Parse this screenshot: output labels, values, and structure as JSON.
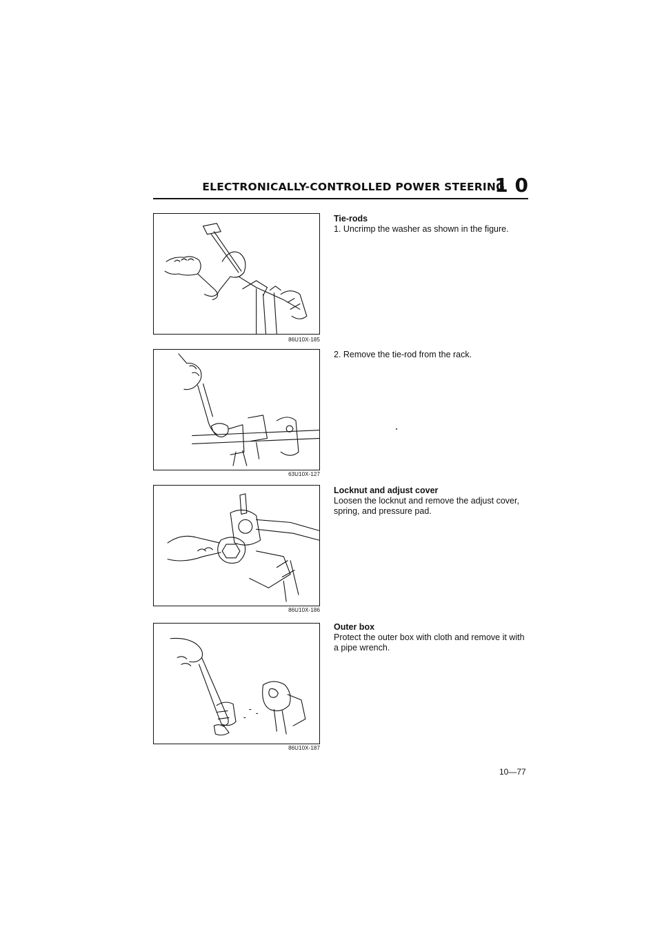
{
  "header": {
    "title": "ELECTRONICALLY-CONTROLLED POWER STEERING",
    "chapter_number": "1 0"
  },
  "figures": [
    {
      "code": "86U10X-185",
      "subject": "hammer-tapping-washer-illustration"
    },
    {
      "code": "63U10X-127",
      "subject": "wrench-removing-tie-rod-illustration"
    },
    {
      "code": "86U10X-186",
      "subject": "wrench-loosening-locknut-illustration"
    },
    {
      "code": "86U10X-187",
      "subject": "pipe-wrench-outer-box-illustration"
    }
  ],
  "sections": [
    {
      "title": "Tie-rods",
      "body": "1. Uncrimp the washer as shown in the figure."
    },
    {
      "title": "",
      "body": "2. Remove the tie-rod from the rack."
    },
    {
      "title": "Locknut and adjust cover",
      "body": "Loosen the locknut and remove the adjust cover, spring, and pressure pad."
    },
    {
      "title": "Outer box",
      "body": "Protect the outer box with cloth and remove it with a pipe wrench."
    }
  ],
  "page_number": "10—77"
}
